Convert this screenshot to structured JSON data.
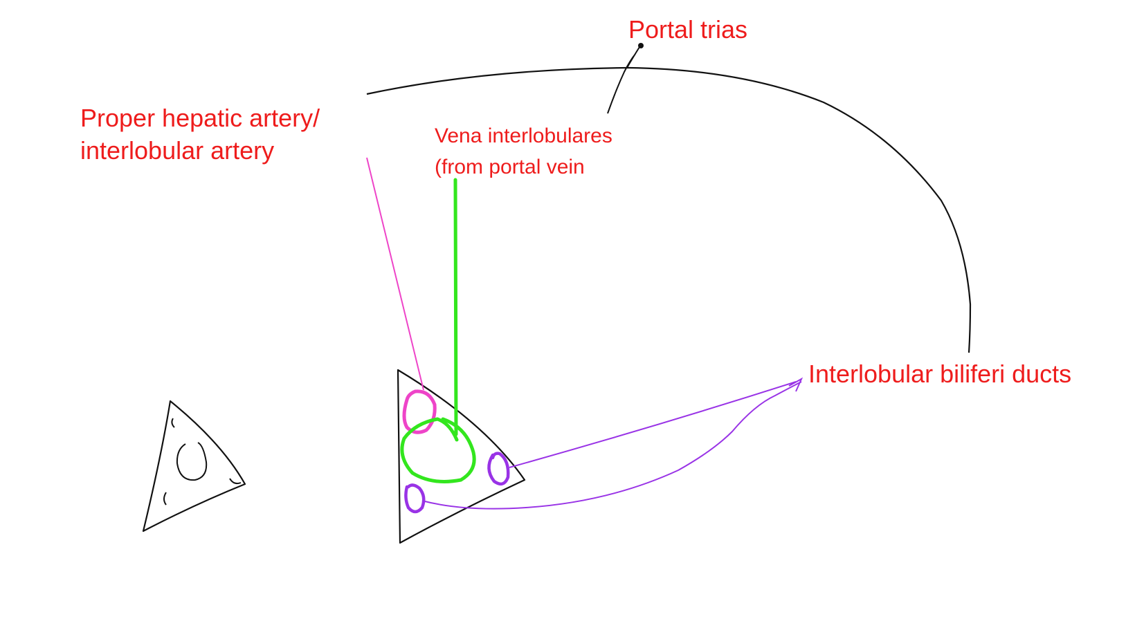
{
  "colors": {
    "label_text": "#ee1c1c",
    "outline": "#111111",
    "artery": "#ee44c8",
    "portal_vein": "#33e61e",
    "bile_duct": "#9933e6"
  },
  "labels": {
    "portal_trias": "Portal trias",
    "artery": "Proper hepatic artery/\ninterlobular artery",
    "vena": "Vena interlobulares\n(from portal vein",
    "ducts": "Interlobular biliferi ducts"
  }
}
